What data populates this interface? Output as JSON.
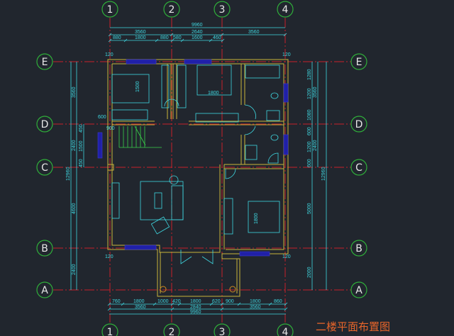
{
  "title": "二楼平面布置图",
  "grid": {
    "columns": [
      "1",
      "2",
      "3",
      "4"
    ],
    "rows": [
      "E",
      "D",
      "C",
      "B",
      "A"
    ]
  },
  "dimensions": {
    "top_total": "9960",
    "top_bays": [
      "3560",
      "2640",
      "3560"
    ],
    "top_openings": [
      "880",
      "1800",
      "880",
      "580",
      "1600",
      "460"
    ],
    "bottom_openings": [
      "760",
      "1800",
      "1000",
      "420",
      "1800",
      "620",
      "900",
      "1800",
      "860"
    ],
    "bottom_bays": [
      "3560",
      "2840",
      "3560"
    ],
    "bottom_total": "9960",
    "left_total": "12960",
    "left_bays": [
      "3560",
      "2400",
      "4600",
      "2400"
    ],
    "left_window": [
      "450",
      "1500",
      "450"
    ],
    "right_total": "12960",
    "right_bays": [
      "3560",
      "2400"
    ],
    "right_openings": [
      "1280",
      "1200",
      "1080",
      "600",
      "1200",
      "600",
      "5000",
      "2000"
    ]
  },
  "annotations": {
    "bed_left": "1500",
    "bed_top": "1800",
    "bed_right": "1800",
    "stair_600": "600",
    "stair_900": "900",
    "wall_120": "120"
  },
  "colors": {
    "background": "#21262e",
    "grid": "#c8202a",
    "dimension": "#3fd7e0",
    "wall": "#c9b43a",
    "window": "#2020a8",
    "title": "#e8652a"
  }
}
